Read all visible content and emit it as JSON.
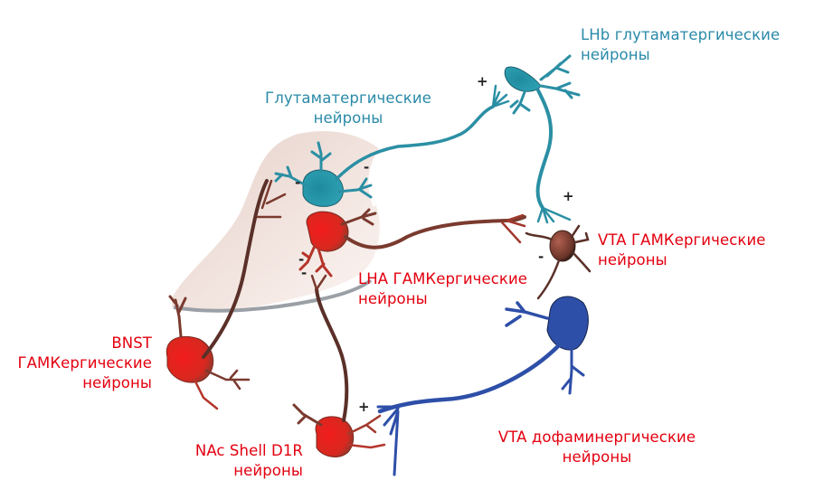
{
  "colors": {
    "glutamatergic": "#2b8fa4",
    "gaba_red": "#e02525",
    "axon_brown": "#6e3a2e",
    "dopamine_blue": "#2e4fa8",
    "region_shade": "#eddcd6",
    "label_teal": "#2a8aa8",
    "label_red": "#e3000f"
  },
  "labels": {
    "lhb": {
      "line1": "LHb глутаматергические",
      "line2": "нейроны"
    },
    "glut": {
      "line1": "Глутаматергические",
      "line2": "нейроны"
    },
    "vta_gaba": {
      "line1": "VTA ГАМКергические",
      "line2": "нейроны"
    },
    "lha_gaba": {
      "line1": "LHA ГАМКергические",
      "line2": "нейроны"
    },
    "bnst": {
      "line1": "BNST",
      "line2": "ГАМКергические",
      "line3": "нейроны"
    },
    "nac": {
      "line1": "NAc Shell D1R",
      "line2": "нейроны"
    },
    "vta_da": {
      "line1": "VTA дофаминергические",
      "line2": "нейроны"
    }
  },
  "signs": {
    "lhb_input": "+",
    "vta_gaba_input": "+",
    "glut_left": "-",
    "glut_right": "-",
    "lha_bottom": "-",
    "bnst_to_lha": "-",
    "vta_gaba_left": "-",
    "nac_input": "+"
  }
}
